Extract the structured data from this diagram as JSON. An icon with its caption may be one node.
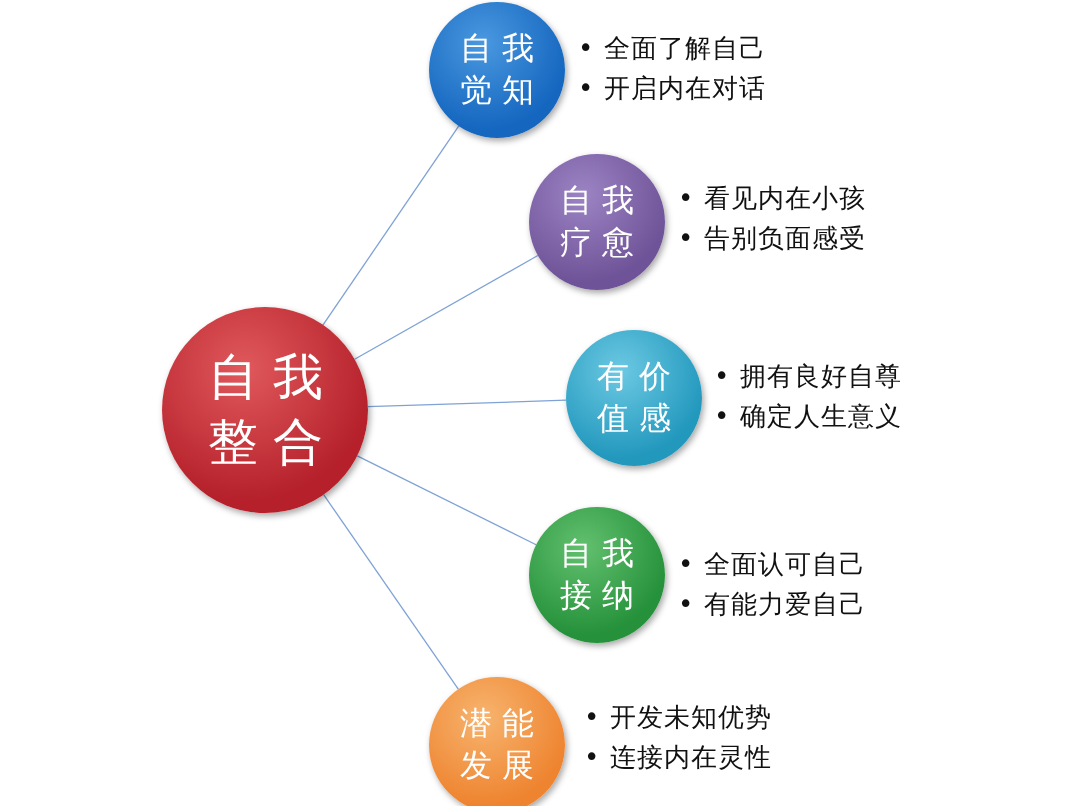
{
  "diagram": {
    "nodes": [
      {
        "text": [
          "自我整合"
        ]
      },
      {
        "text": [
          "自我觉知"
        ],
        "beside": [
          "• 全面了解自己",
          "• 开启内在对话"
        ]
      },
      {
        "text": [
          "自我疗愈"
        ],
        "beside": [
          "• 看见内在小孩",
          "• 告别负面感受"
        ]
      },
      {
        "text": [
          "有价值感"
        ],
        "beside": [
          "• 拥有良好自尊",
          "• 确定人生意义"
        ]
      },
      {
        "text": [
          "自我接纳"
        ],
        "beside": [
          "• 全面认可自己",
          "• 有能力爱自己"
        ]
      },
      {
        "text": [
          "潜能发展"
        ],
        "beside": [
          "• 开发未知优势",
          "• 连接内在灵性"
        ]
      }
    ],
    "edges": [
      {
        "from": 0,
        "to": 1,
        "arrow": "none"
      },
      {
        "from": 0,
        "to": 2,
        "arrow": "none"
      },
      {
        "from": 0,
        "to": 3,
        "arrow": "none"
      },
      {
        "from": 0,
        "to": 4,
        "arrow": "none"
      },
      {
        "from": 0,
        "to": 5,
        "arrow": "none"
      }
    ]
  }
}
